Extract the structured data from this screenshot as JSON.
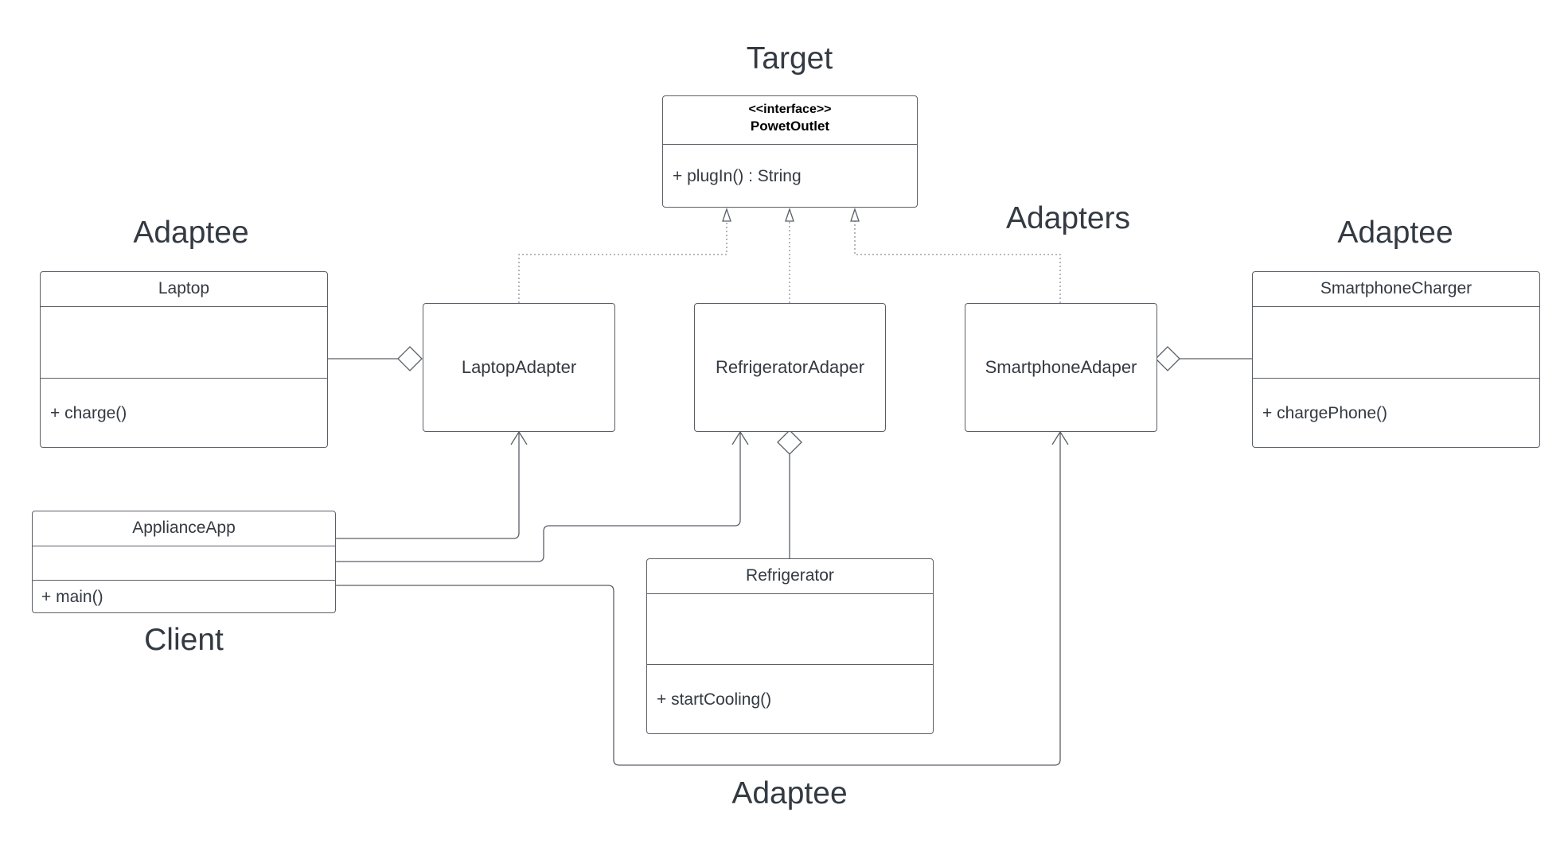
{
  "labels": {
    "target": "Target",
    "adaptee_left": "Adaptee",
    "adapters": "Adapters",
    "adaptee_right": "Adaptee",
    "client": "Client",
    "adaptee_bottom": "Adaptee"
  },
  "interface": {
    "stereotype": "<<interface>>",
    "name": "PowetOutlet",
    "method": "+ plugIn() : String"
  },
  "laptop": {
    "name": "Laptop",
    "method": "+ charge()"
  },
  "smartphone_charger": {
    "name": "SmartphoneCharger",
    "method": "+ chargePhone()"
  },
  "refrigerator": {
    "name": "Refrigerator",
    "method": "+ startCooling()"
  },
  "appliance_app": {
    "name": "ApplianceApp",
    "method": "+ main()"
  },
  "adapters": {
    "laptop": "LaptopAdapter",
    "refrigerator": "RefrigeratorAdaper",
    "smartphone": "SmartphoneAdaper"
  },
  "colors": {
    "line": "#5a5f66",
    "text": "#333a42"
  }
}
